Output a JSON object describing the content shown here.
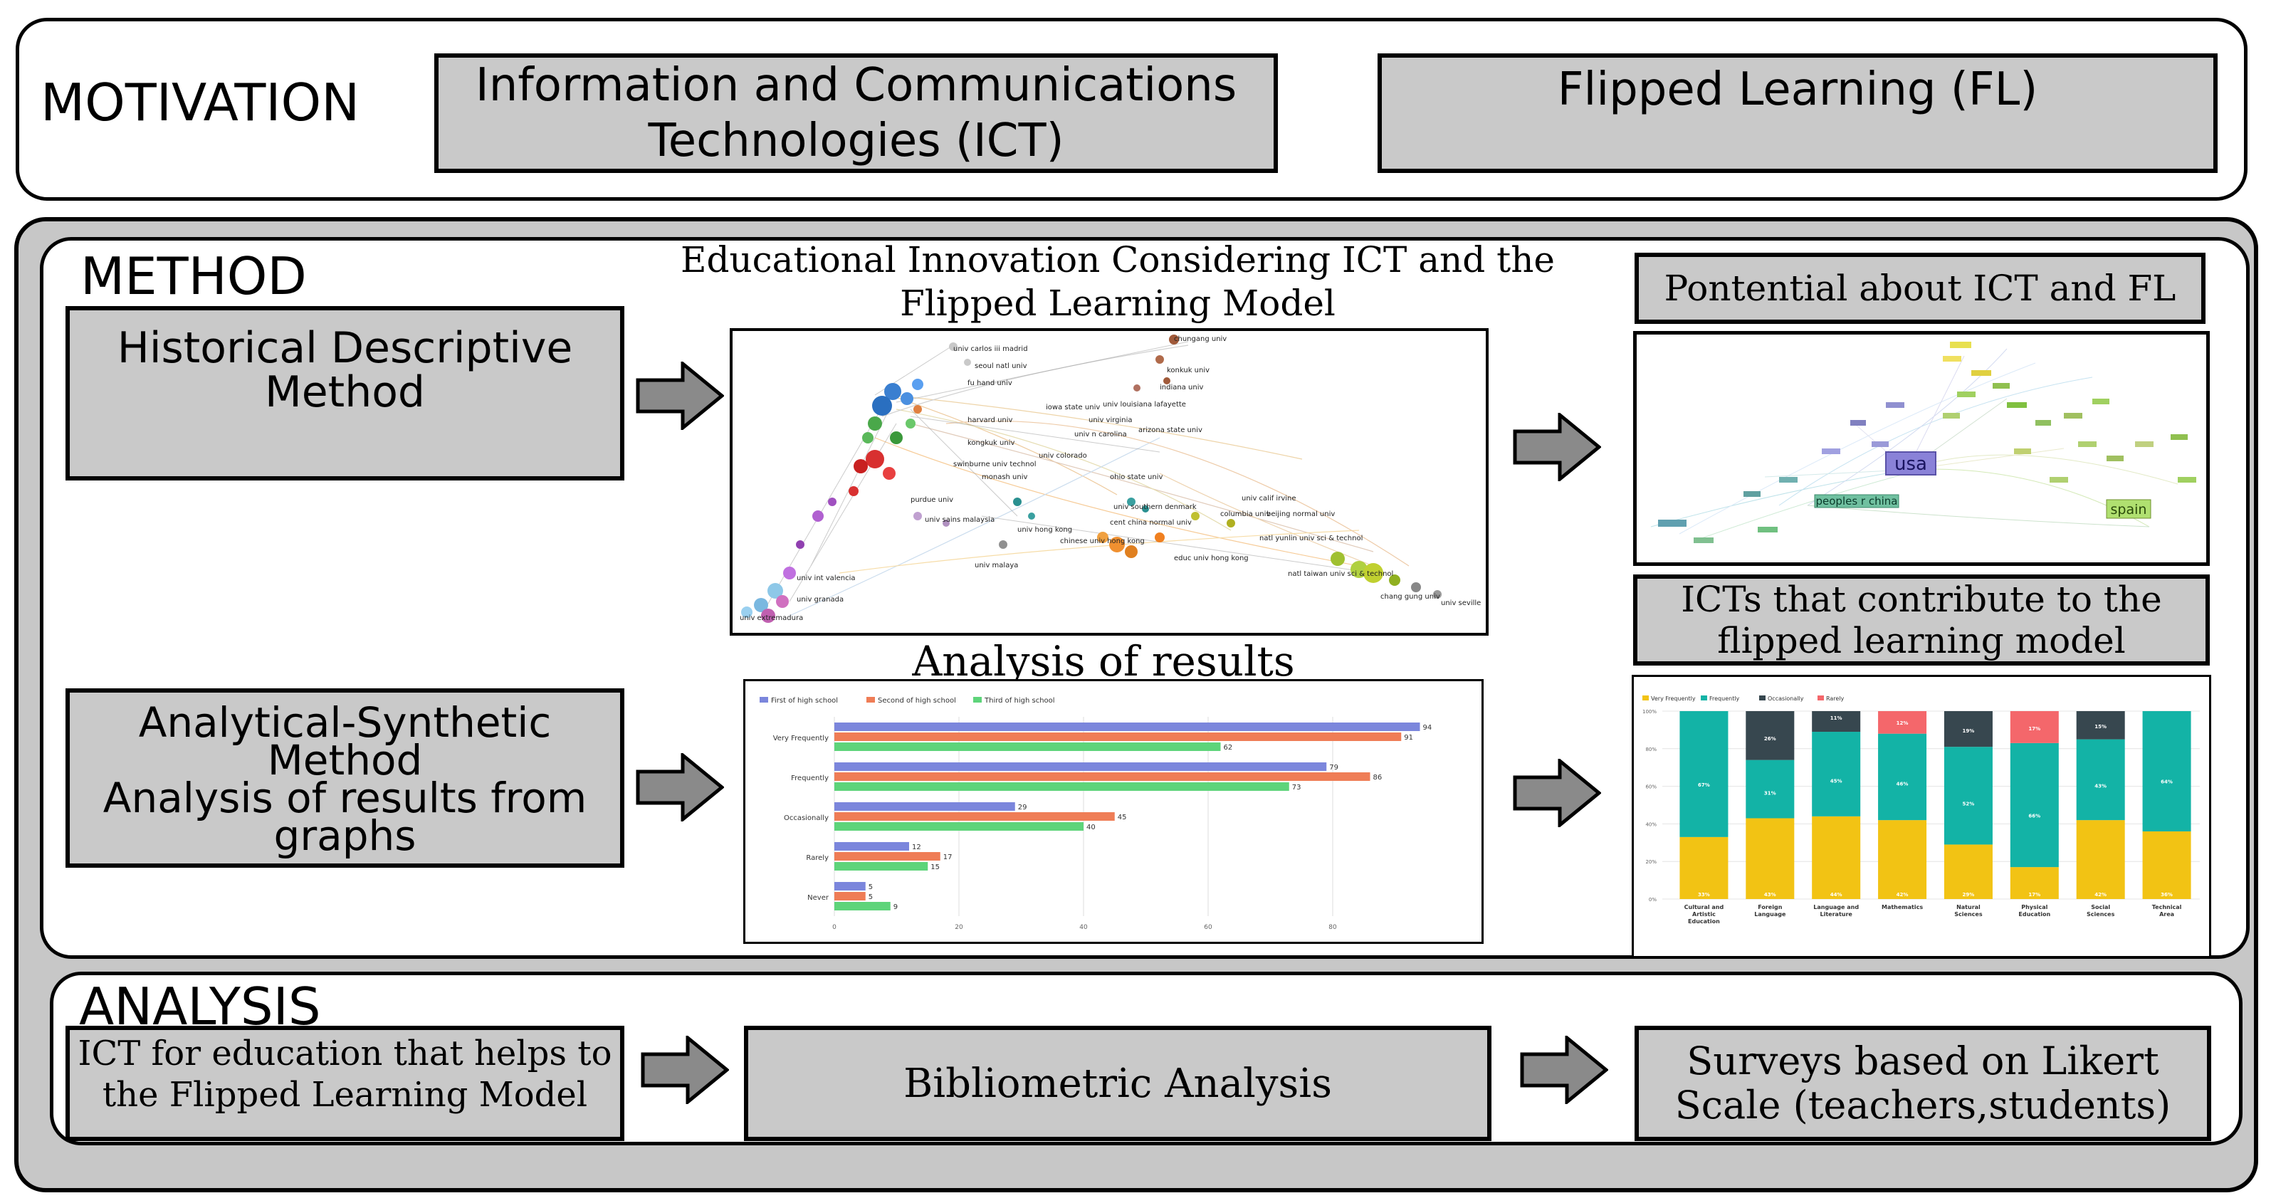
{
  "motivation": {
    "heading": "MOTIVATION",
    "box_ict": "Information and Communications\nTechnologies (ICT)",
    "box_fl": "Flipped Learning (FL)"
  },
  "method": {
    "heading": "METHOD",
    "box_historical": "Historical Descriptive\nMethod",
    "box_analytical": "Analytical-Synthetic\nMethod\nAnalysis of results from\ngraphs",
    "title_network": "Educational Innovation Considering ICT and the\nFlipped Learning Model",
    "title_analysis": "Analysis of results",
    "box_potential": "Pontential about ICT and FL",
    "box_icts": "ICTs that contribute to the\nflipped learning model"
  },
  "analysis": {
    "heading": "ANALYSIS",
    "box_ict_edu": "ICT for education that helps to\nthe Flipped Learning Model",
    "box_biblio": "Bibliometric Analysis",
    "box_surveys": "Surveys based on Likert\nScale (teachers,students)"
  },
  "network_labels": [
    "chungang univ",
    "univ carlos iii madrid",
    "seoul natl univ",
    "fu hand univ",
    "konkuk univ",
    "indiana univ",
    "iowa state univ",
    "univ louisiana lafayette",
    "harvard univ",
    "univ virginia",
    "arizona state univ",
    "kongkuk univ",
    "univ n carolina",
    "univ colorado",
    "swinburne univ technol",
    "monash univ",
    "ohio state univ",
    "purdue univ",
    "univ sains malaysia",
    "univ hong kong",
    "univ southern denmark",
    "univ calif irvine",
    "columbia univ",
    "beijing normal univ",
    "cent china normal univ",
    "chinese univ hong kong",
    "educ univ hong kong",
    "natl yunlin univ sci & technol",
    "natl taiwan univ sci & technol",
    "univ malaya",
    "univ int valencia",
    "univ granada",
    "univ extremadura",
    "chang gung univ",
    "univ seville"
  ],
  "country_labels": [
    "usa",
    "peoples r china",
    "spain"
  ],
  "colors": {
    "box_fill": "#c9c9c9",
    "series_first": "#7b86dc",
    "series_second": "#ef7d56",
    "series_third": "#5ed47a",
    "very_frequently": "#f2c314",
    "frequently": "#13b3a6",
    "occasionally": "#37474f",
    "rarely": "#f4676b"
  },
  "chart_data": [
    {
      "type": "bar",
      "orientation": "horizontal",
      "categories": [
        "Very Frequently",
        "Frequently",
        "Occasionally",
        "Rarely",
        "Never"
      ],
      "series": [
        {
          "name": "First of high school",
          "values": [
            94,
            79,
            29,
            12,
            5
          ]
        },
        {
          "name": "Second of high school",
          "values": [
            91,
            86,
            45,
            17,
            5
          ]
        },
        {
          "name": "Third of high school",
          "values": [
            62,
            73,
            40,
            15,
            9
          ]
        }
      ],
      "xticks": [
        0,
        20,
        40,
        60,
        80
      ],
      "xlim": [
        0,
        100
      ],
      "legend": "top-left",
      "grid": true
    },
    {
      "type": "bar",
      "stacked": true,
      "categories": [
        "Cultural and Artistic Education",
        "Foreign Language",
        "Language and Literature",
        "Mathematics",
        "Natural Sciences",
        "Physical Education",
        "Social Sciences",
        "Technical Area"
      ],
      "series": [
        {
          "name": "Very Frequently",
          "values": [
            33,
            43,
            44,
            42,
            29,
            17,
            42,
            36
          ]
        },
        {
          "name": "Frequently",
          "values": [
            67,
            31,
            45,
            46,
            52,
            66,
            43,
            64
          ]
        },
        {
          "name": "Occasionally",
          "values": [
            0,
            26,
            11,
            0,
            19,
            0,
            15,
            0
          ]
        },
        {
          "name": "Rarely",
          "values": [
            0,
            0,
            0,
            12,
            0,
            17,
            0,
            0
          ]
        }
      ],
      "yticks": [
        "0%",
        "20%",
        "40%",
        "60%",
        "80%",
        "100%"
      ],
      "ylim": [
        0,
        100
      ],
      "legend": "top-left"
    }
  ]
}
